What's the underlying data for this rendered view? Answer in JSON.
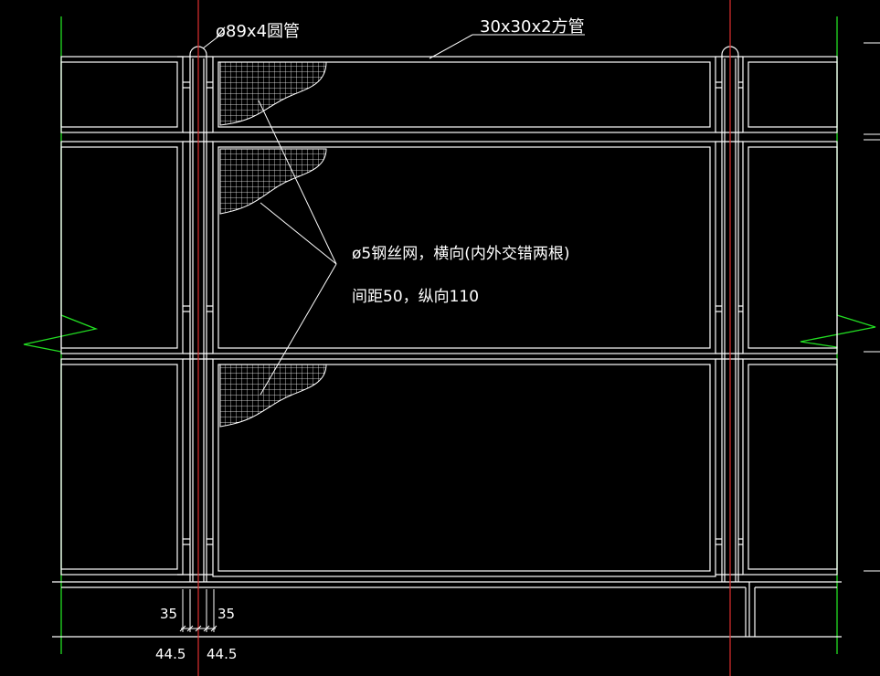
{
  "colors": {
    "background": "#000000",
    "line": "#ffffff",
    "centerline": "#e03030",
    "break_line": "#22dd22"
  },
  "labels": {
    "round_tube": "ø89x4圆管",
    "square_tube": "30x30x2方管",
    "mesh_line1": "ø5钢丝网，横向(内外交错两根)",
    "mesh_line2": "间距50，纵向110"
  },
  "dimensions": {
    "left_inner": "35",
    "right_inner": "35",
    "left_outer": "44.5",
    "right_outer": "44.5"
  }
}
